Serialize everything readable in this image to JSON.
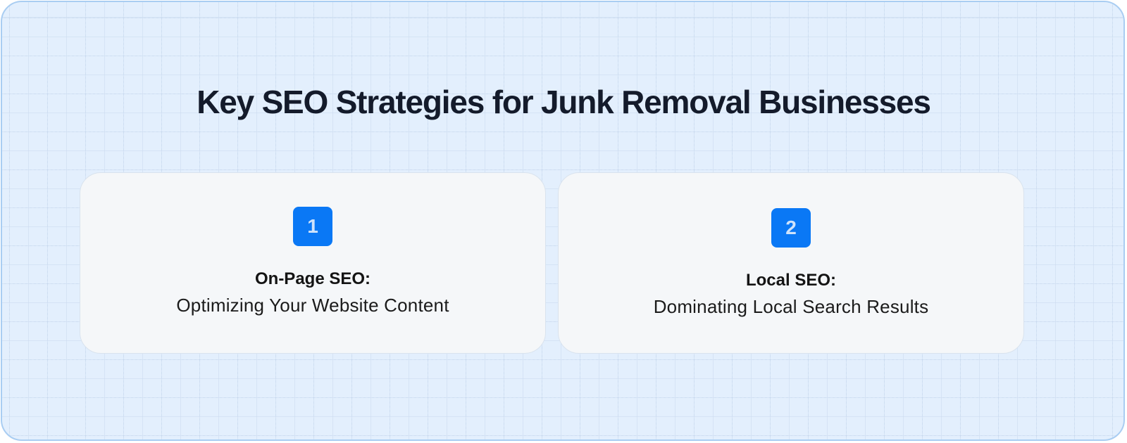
{
  "title": "Key SEO Strategies for Junk Removal Businesses",
  "colors": {
    "background": "#e3effd",
    "border": "#a9cdf2",
    "card": "#f5f7f9",
    "badge": "#0a78f5",
    "title": "#141b2b"
  },
  "cards": [
    {
      "number": "1",
      "heading": "On-Page SEO:",
      "subtitle": "Optimizing Your Website Content"
    },
    {
      "number": "2",
      "heading": "Local SEO:",
      "subtitle": "Dominating Local Search Results"
    }
  ]
}
